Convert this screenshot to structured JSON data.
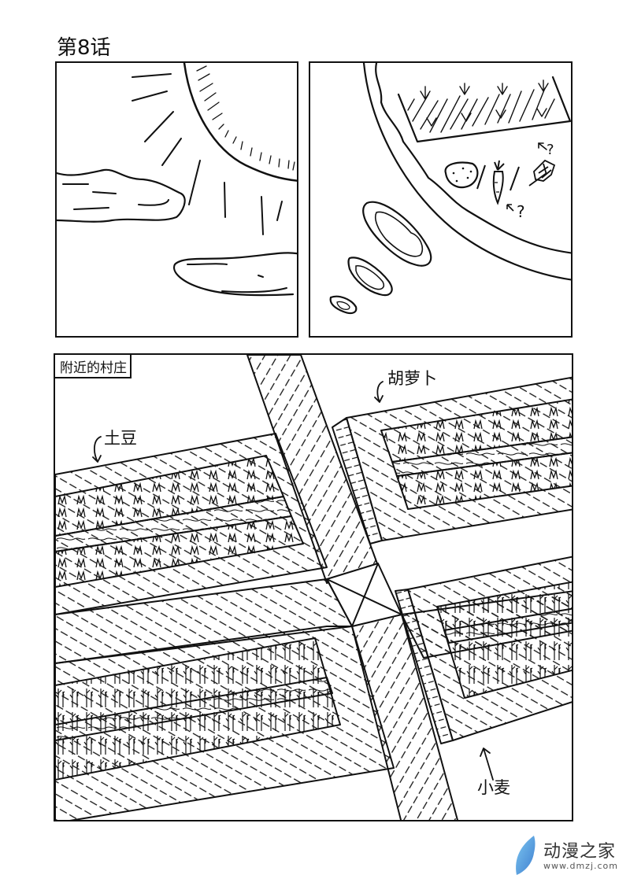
{
  "page": {
    "chapter_title": "第8话"
  },
  "panels": [
    {
      "id": "panel-1",
      "content": "sun-with-rays-and-clouds"
    },
    {
      "id": "panel-2",
      "content": "planet-surface-with-field-and-crops",
      "annotations": [
        "?",
        "?"
      ],
      "icons": [
        "potato-icon",
        "carrot-icon",
        "wheat-icon"
      ]
    },
    {
      "id": "panel-3",
      "caption": "附近的村庄",
      "labels": {
        "potato": "土豆",
        "carrot": "胡萝卜",
        "wheat": "小麦"
      }
    }
  ],
  "watermark": {
    "brand": "动漫之家",
    "url": "www.dmzj.com",
    "accent_color": "#4aa3df"
  }
}
